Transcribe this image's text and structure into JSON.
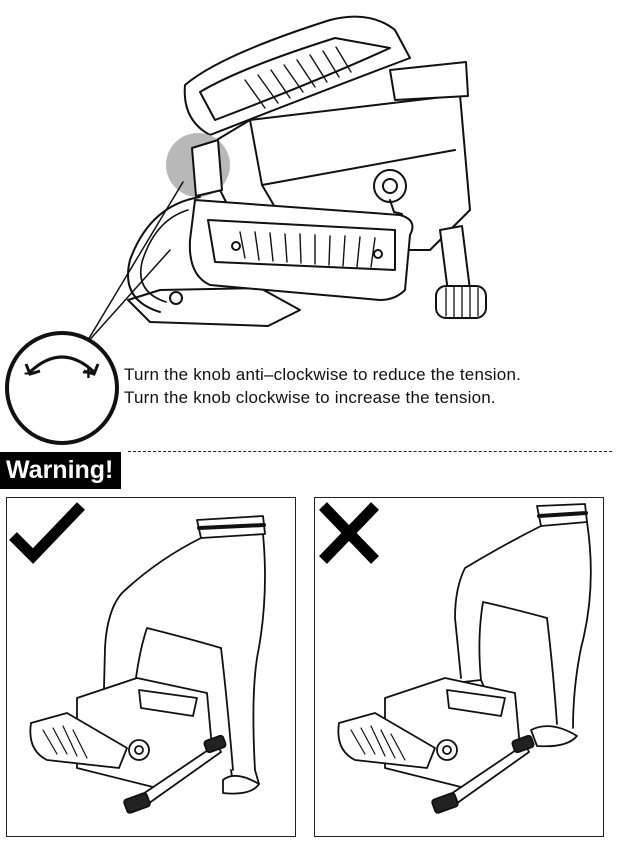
{
  "instructions": {
    "reduce": "Turn the knob anti–clockwise to reduce the tension.",
    "increase": "Turn the knob clockwise to increase the tension."
  },
  "knob": {
    "minus": "–",
    "plus": "+"
  },
  "warning": {
    "label": "Warning!"
  },
  "panels": [
    {
      "mark_icon": "checkmark-icon",
      "meaning": "correct"
    },
    {
      "mark_icon": "cross-x-icon",
      "meaning": "wrong"
    }
  ],
  "colors": {
    "ink": "#111111",
    "highlight": "#b8b8b8",
    "label_bg": "#000000",
    "label_text": "#ffffff"
  }
}
